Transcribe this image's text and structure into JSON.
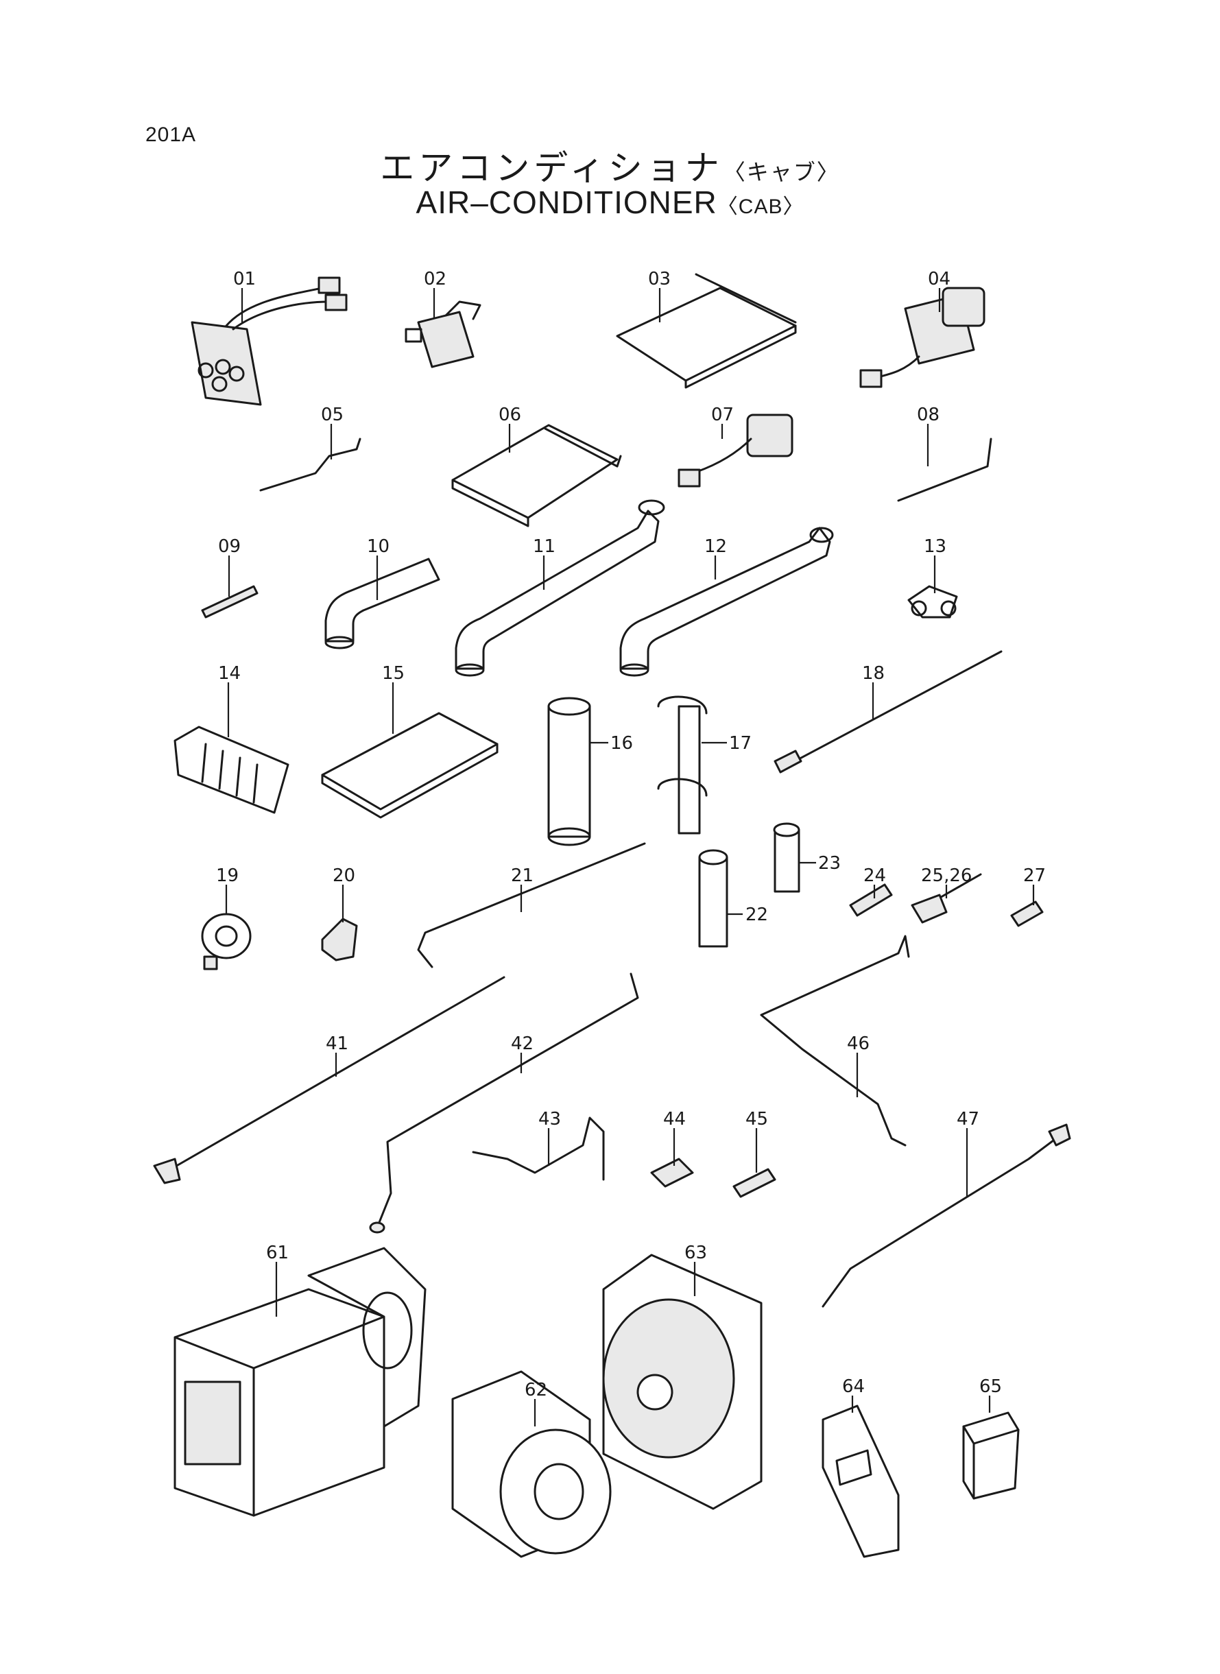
{
  "page": {
    "number": "201A",
    "title_jp": "エアコンディショナ",
    "title_jp_sub": "〈キャブ〉",
    "title_en": "AIR–CONDITIONER",
    "title_en_sub": "〈CAB〉"
  },
  "callouts": [
    "01",
    "02",
    "03",
    "04",
    "05",
    "06",
    "07",
    "08",
    "09",
    "10",
    "11",
    "12",
    "13",
    "14",
    "15",
    "16",
    "17",
    "18",
    "19",
    "20",
    "21",
    "22",
    "23",
    "24",
    "25,26",
    "27",
    "41",
    "42",
    "43",
    "44",
    "45",
    "46",
    "47",
    "61",
    "62",
    "63",
    "64",
    "65"
  ]
}
